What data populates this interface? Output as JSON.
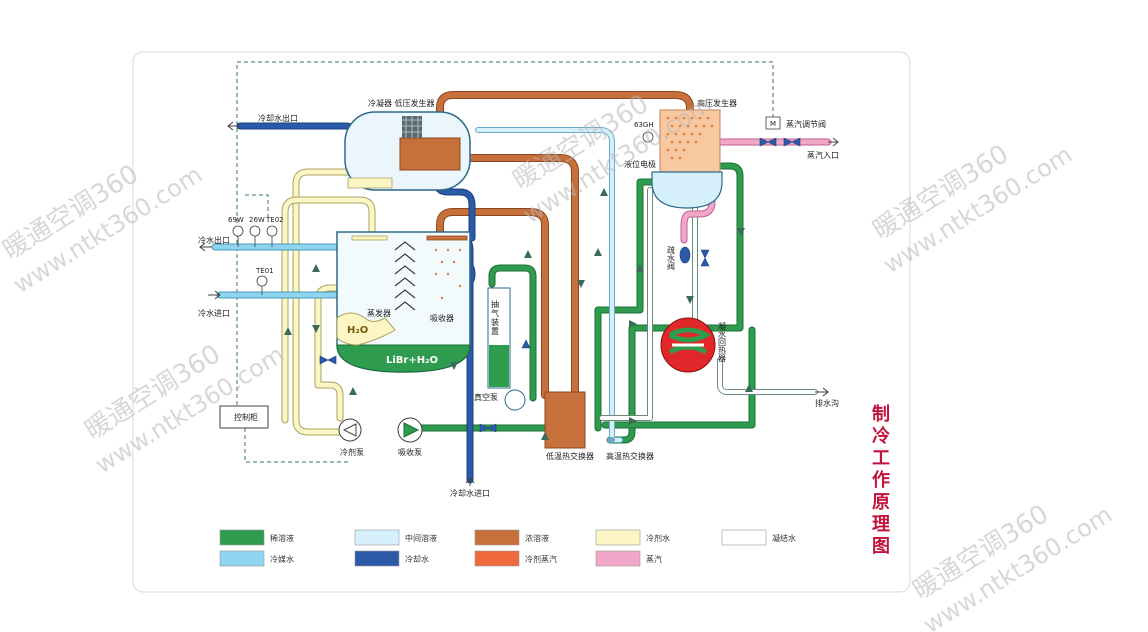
{
  "title": "制冷工作原理图",
  "title_chars": [
    "制",
    "冷",
    "工",
    "作",
    "原",
    "理",
    "图"
  ],
  "colors": {
    "dilute_solution": "#2e9b4e",
    "intermediate_solution": "#d6f0fb",
    "concentrated_solution": "#c8703c",
    "refrigerant_water": "#fbf6c4",
    "condensate": "#ffffff",
    "chilled_water": "#8fd5f0",
    "cooling_water": "#2a5aa8",
    "refrigerant_vapor": "#ee6a3e",
    "steam": "#f2a6c8",
    "hot_red": "#e0282a",
    "accent_title": "#c0143c"
  },
  "components": {
    "condenser_lp_generator": "冷凝器 低压发生器",
    "hp_generator": "高压发生器",
    "steam_valve": "蒸汽调节阀",
    "steam_inlet": "蒸汽入口",
    "level_electrode": "液位电极",
    "gauge_63gh": "63GH",
    "valve_m": "M",
    "cooling_water_outlet": "冷却水出口",
    "cooling_water_inlet": "冷却水进口",
    "chilled_water_outlet": "冷水出口",
    "chilled_water_inlet": "冷水进口",
    "te02": "TE02",
    "te01": "TE01",
    "sensor_69w": "69W",
    "sensor_26w": "26W",
    "evaporator": "蒸发器",
    "absorber": "吸收器",
    "h2o": "H₂O",
    "libr": "LiBr+H₂O",
    "purge_device": "抽气装置",
    "vacuum_pump": "真空泵",
    "control_cabinet": "控制柜",
    "refrigerant_pump": "冷剂泵",
    "absorber_pump": "吸收泵",
    "lt_heat_exchanger": "低温热交换器",
    "ht_heat_exchanger": "高温热交换器",
    "drain_valve": "疏水阀",
    "condensate_recuperator": "凝水回热器",
    "drain": "排水沟"
  },
  "legend": [
    {
      "label": "稀溶液",
      "color": "#2e9b4e"
    },
    {
      "label": "中间溶液",
      "color": "#d6f0fb"
    },
    {
      "label": "浓溶液",
      "color": "#c8703c"
    },
    {
      "label": "冷剂水",
      "color": "#fbf6c4"
    },
    {
      "label": "凝结水",
      "color": "#ffffff"
    },
    {
      "label": "冷媒水",
      "color": "#8fd5f0"
    },
    {
      "label": "冷却水",
      "color": "#2a5aa8"
    },
    {
      "label": "冷剂蒸汽",
      "color": "#ee6a3e"
    },
    {
      "label": "蒸汽",
      "color": "#f2a6c8"
    }
  ],
  "watermark": {
    "line1": "暖通空调360",
    "line2": "www.ntkt360.com"
  }
}
